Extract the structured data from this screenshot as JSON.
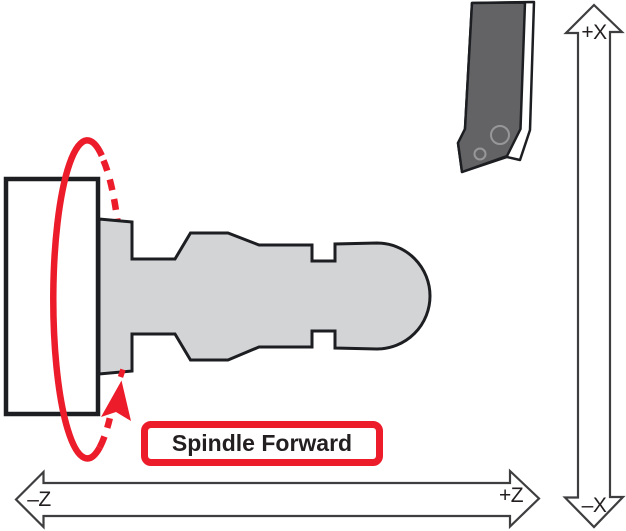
{
  "diagram": {
    "callout_label": "Spindle Forward",
    "axis_labels": {
      "x_positive": "+X",
      "x_negative": "–X",
      "z_positive": "+Z",
      "z_negative": "–Z"
    },
    "components": {
      "chuck": "lathe chuck",
      "workpiece": "turned workpiece profile",
      "cutting_tool": "turning tool",
      "rotation_arrow": "spindle forward rotation arrow"
    },
    "colors": {
      "accent_red": "#ec1c2b",
      "workpiece_gray": "#d3d4d6",
      "tool_gray": "#636366",
      "outline_black": "#1c1e21",
      "axis_outline_gray": "#3e3e40",
      "label_text": "#231f20",
      "background": "#ffffff"
    }
  }
}
